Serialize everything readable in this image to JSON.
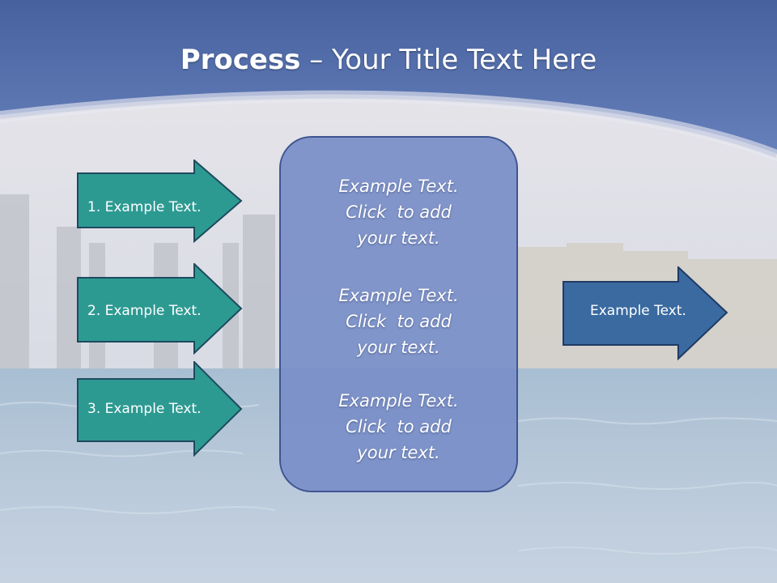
{
  "slide": {
    "title_bold": "Process",
    "title_rest": " – Your Title Text Here",
    "left_arrows": [
      {
        "label": "1. Example Text."
      },
      {
        "label": "2. Example Text."
      },
      {
        "label": "3. Example Text."
      }
    ],
    "center_box": {
      "paragraphs": [
        {
          "line1": "Example Text.",
          "line2": "Click  to add",
          "line3": "your text."
        },
        {
          "line1": "Example Text.",
          "line2": "Click  to add",
          "line3": "your text."
        },
        {
          "line1": "Example Text.",
          "line2": "Click  to add",
          "line3": "your text."
        }
      ]
    },
    "right_arrow": {
      "label": "Example Text."
    }
  },
  "colors": {
    "header_blue": "#5a74ad",
    "teal_arrow": "#2d9a92",
    "blue_arrow": "#3a6aa0",
    "center_box_fill": "#7c90c8"
  }
}
